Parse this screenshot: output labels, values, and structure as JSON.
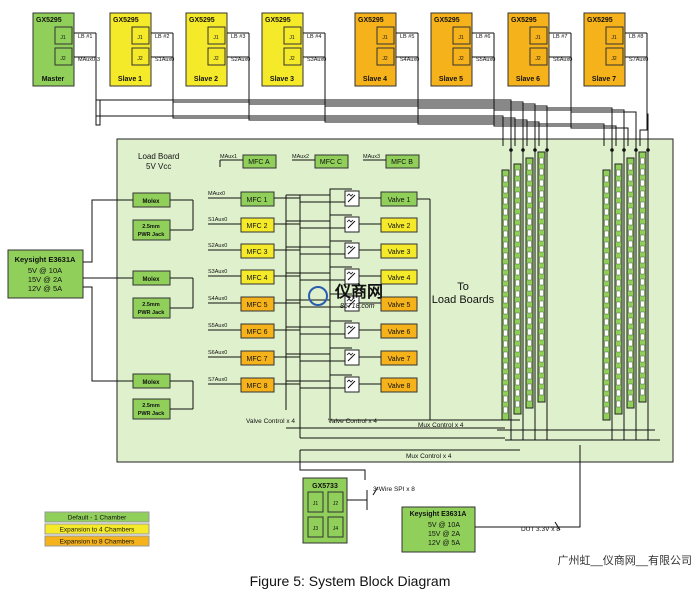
{
  "colors": {
    "master": "#8fcf5a",
    "slave_yellow": "#f5ea2a",
    "slave_orange": "#f5b21a",
    "load_board": "#dff0cc",
    "block_green": "#8fcf5a",
    "mfc_yellow": "#f5ea2a",
    "mfc_orange": "#f5b21a"
  },
  "modules": [
    {
      "title": "GX5295",
      "role": "Master",
      "lb": "LB #1",
      "aux": "MAux0-3"
    },
    {
      "title": "GX5295",
      "role": "Slave 1",
      "lb": "LB #2",
      "aux": "S1Aux0"
    },
    {
      "title": "GX5295",
      "role": "Slave 2",
      "lb": "LB #3",
      "aux": "S2Aux0"
    },
    {
      "title": "GX5295",
      "role": "Slave 3",
      "lb": "LB #4",
      "aux": "S3Aux0"
    },
    {
      "title": "GX5295",
      "role": "Slave 4",
      "lb": "LB #5",
      "aux": "S4Aux0"
    },
    {
      "title": "GX5295",
      "role": "Slave 5",
      "lb": "LB #6",
      "aux": "S5Aux0"
    },
    {
      "title": "GX5295",
      "role": "Slave 6",
      "lb": "LB #7",
      "aux": "S6Aux0"
    },
    {
      "title": "GX5295",
      "role": "Slave 7",
      "lb": "LB #8",
      "aux": "S7Aux0"
    }
  ],
  "connectors": {
    "j1": "J1",
    "j2": "J2"
  },
  "load_board": {
    "title": "Load Board",
    "vcc": "5V Vcc"
  },
  "power_left": {
    "title": "Keysight E3631A",
    "lines": [
      "5V @ 10A",
      "15V @ 2A",
      "12V @ 5A"
    ]
  },
  "molex_label": "Molex",
  "pwr_jack_lines": [
    "2.5mm",
    "PWR Jack"
  ],
  "mfc_top": [
    {
      "aux": "MAux1",
      "label": "MFC A"
    },
    {
      "aux": "MAux2",
      "label": "MFC C"
    },
    {
      "aux": "MAux3",
      "label": "MFC B"
    }
  ],
  "mfc_rows": [
    {
      "aux": "MAux0",
      "label": "MFC 1",
      "valve": "Valve 1"
    },
    {
      "aux": "S1Aux0",
      "label": "MFC 2",
      "valve": "Valve 2"
    },
    {
      "aux": "S2Aux0",
      "label": "MFC 3",
      "valve": "Valve 3"
    },
    {
      "aux": "S3Aux0",
      "label": "MFC 4",
      "valve": "Valve 4"
    },
    {
      "aux": "S4Aux0",
      "label": "MFC 5",
      "valve": "Valve 5"
    },
    {
      "aux": "S5Aux0",
      "label": "MFC 6",
      "valve": "Valve 6"
    },
    {
      "aux": "S6Aux0",
      "label": "MFC 7",
      "valve": "Valve 7"
    },
    {
      "aux": "S7Aux0",
      "label": "MFC 8",
      "valve": "Valve 8"
    }
  ],
  "to_load_boards": [
    "To",
    "Load Boards"
  ],
  "valve_control": [
    "Valve Control x 4",
    "Valve Control x 4"
  ],
  "mux_control": [
    "Mux Control x 4",
    "Mux Control x 4"
  ],
  "gx5733": {
    "title": "GX5733",
    "j1": "J1",
    "j2": "J2",
    "j3": "J3",
    "j4": "J4"
  },
  "spi_label": "3-Wire SPI x 8",
  "power_bottom": {
    "title": "Keysight E3631A",
    "lines": [
      "5V @ 10A",
      "15V @ 2A",
      "12V @ 5A"
    ]
  },
  "dut_label": "DUT 3.3V x 8",
  "legend": [
    {
      "label": "Default - 1 Chamber",
      "color": "#8fcf5a"
    },
    {
      "label": "Expansion to 4 Chambers",
      "color": "#f5ea2a"
    },
    {
      "label": "Expansion to 8 Chambers",
      "color": "#f5b21a"
    }
  ],
  "watermark": {
    "text": "仪商网",
    "url": "86718.com"
  },
  "footer_company": "广州虹__仪商网__有限公司",
  "caption": "Figure 5: System Block Diagram"
}
